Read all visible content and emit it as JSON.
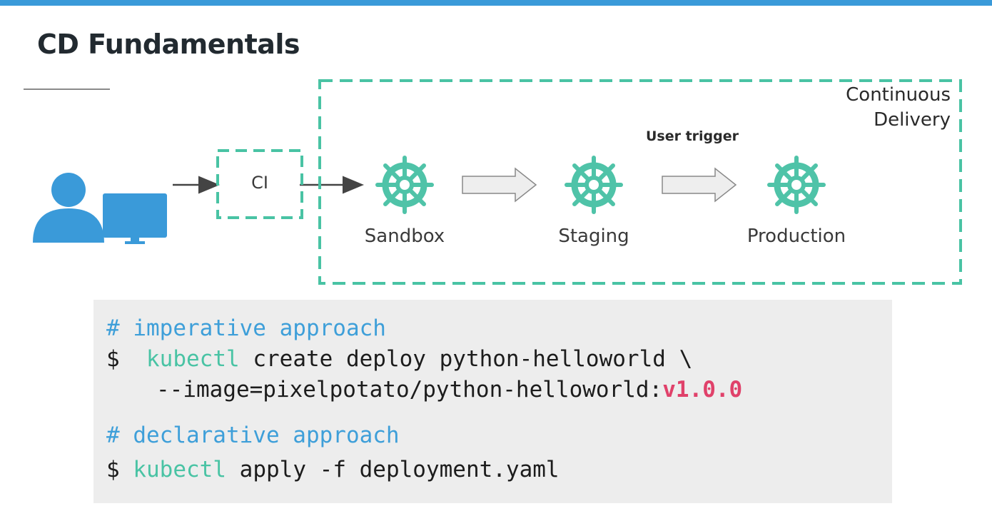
{
  "title": "CD Fundamentals",
  "diagram": {
    "ci_label": "CI",
    "cd_label_line1": "Continuous",
    "cd_label_line2": "Delivery",
    "trigger_label": "User trigger",
    "stages": [
      {
        "label": "Sandbox"
      },
      {
        "label": "Staging"
      },
      {
        "label": "Production"
      }
    ]
  },
  "code": {
    "imperative_comment": "# imperative approach",
    "imperative_prompt": "$",
    "imperative_cmd": "kubectl",
    "imperative_args": "create deploy python-helloworld \\",
    "imperative_image": "--image=pixelpotato/python-helloworld:",
    "imperative_version": "v1.0.0",
    "declarative_comment": "# declarative approach",
    "declarative_prompt": "$",
    "declarative_cmd": "kubectl",
    "declarative_args": "apply -f deployment.yaml"
  },
  "colors": {
    "accent_bar": "#3a9ad9",
    "dashed_border": "#49c3a4",
    "k8s_icon": "#4fc3a8",
    "user_icon": "#3a9ad9",
    "comment": "#3e9fd9",
    "keyword": "#49c3a4",
    "version": "#e0416a"
  },
  "icons": [
    "user-icon",
    "monitor-icon",
    "kubernetes-helm-icon",
    "block-arrow-icon"
  ]
}
